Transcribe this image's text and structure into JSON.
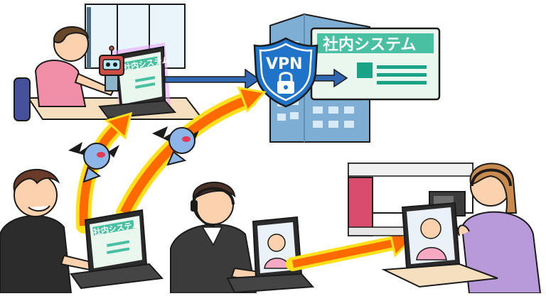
{
  "illustration": {
    "vpn_label": "VPN",
    "system_label": "社内システム",
    "laptop_label_top": "社内システム",
    "laptop_label_attacker": "社内システム"
  },
  "colors": {
    "vpn_shield": "#1f74c9",
    "system_panel": "#e9f7ef",
    "system_title_bg": "#49c0a2",
    "attack_arrow": "#ff6a00",
    "attack_glow": "#ffe01a",
    "secure_arrow": "#2f67b1",
    "building": "#7faed4",
    "robot": "#cd4e47"
  },
  "icons": [
    "robot-icon",
    "bat-demon-icon",
    "lock-icon",
    "shield-icon",
    "headset-icon"
  ]
}
